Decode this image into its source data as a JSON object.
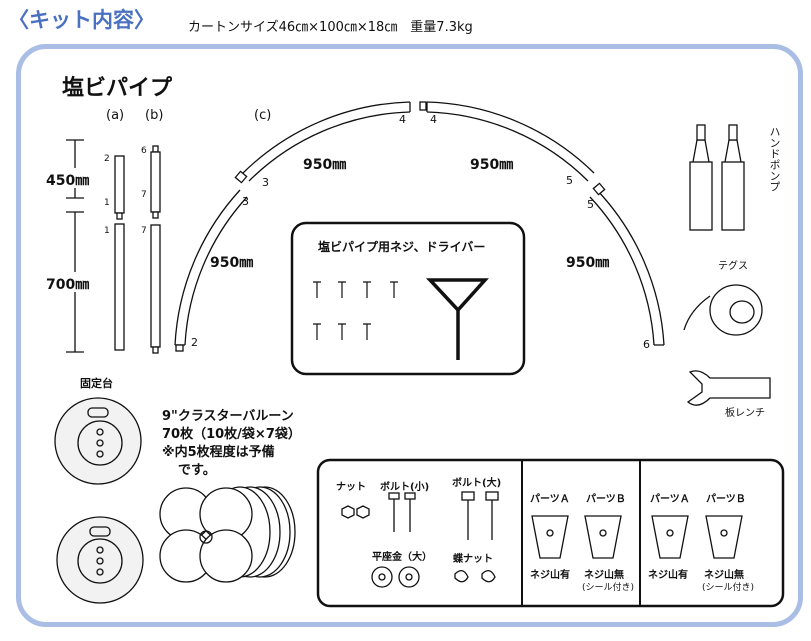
{
  "header": {
    "title": "〈キット内容〉",
    "subtitle": "カートンサイズ46㎝×100㎝×18㎝　重量7.3kg"
  },
  "pipes": {
    "heading": "塩ビパイプ",
    "label_a": "(a)",
    "label_b": "(b)",
    "label_c": "(c)",
    "dim_450": "450㎜",
    "dim_700": "700㎜",
    "arc_len_1": "950㎜",
    "arc_len_2": "950㎜",
    "arc_len_3": "950㎜",
    "arc_len_4": "950㎜",
    "n1": "1",
    "n2": "2",
    "n3": "3",
    "n4": "4",
    "n5": "5",
    "n6": "6",
    "n7": "7"
  },
  "tools": {
    "screws_title": "塩ビパイプ用ネジ、ドライバー",
    "hand_pump": "ハンドポンプ",
    "tegusu": "テグス",
    "wrench": "板レンチ"
  },
  "stand": {
    "label": "固定台"
  },
  "balloons": {
    "line1": "9\"クラスターバルーン",
    "line2": "70枚（10枚/袋×7袋）",
    "line3": "※内5枚程度は予備",
    "line4": "です。"
  },
  "hardware": {
    "nut": "ナット",
    "bolt_small": "ボルト(小)",
    "bolt_large": "ボルト(大)",
    "washer": "平座金（大）",
    "wing_nut": "蝶ナット",
    "parts_a": "パーツＡ",
    "parts_b": "パーツＢ",
    "thread_yes": "ネジ山有",
    "thread_no": "ネジ山無",
    "seal": "(シール付き)"
  },
  "colors": {
    "title_blue": "#4a70c0",
    "frame_blue": "#a9bde5"
  }
}
